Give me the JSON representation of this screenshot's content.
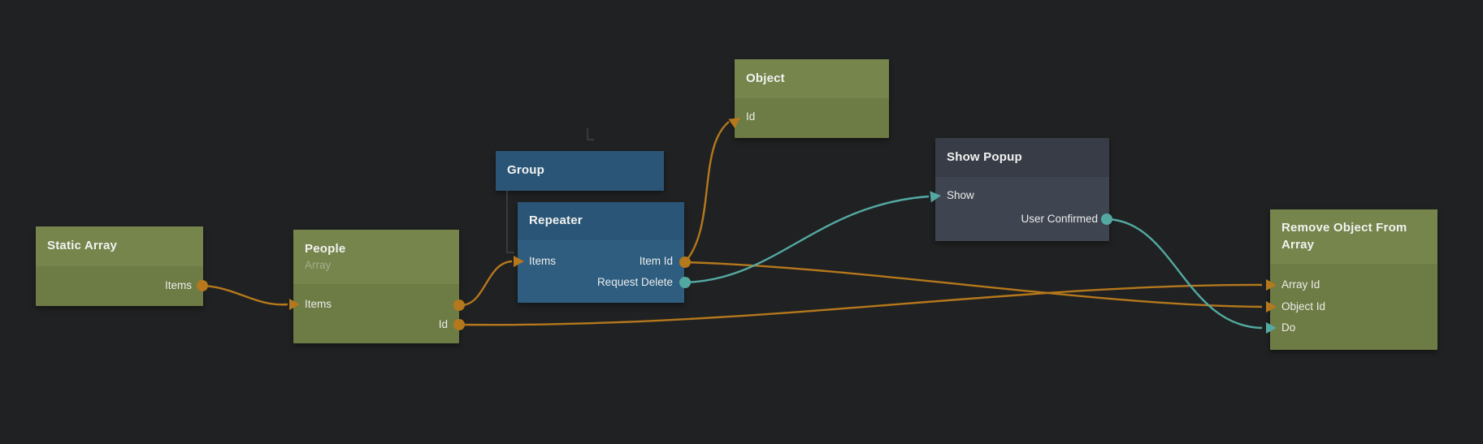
{
  "app": {
    "kind": "node-graph-editor",
    "background": "#202122"
  },
  "colors": {
    "wire_orange": "#b5781c",
    "wire_teal": "#53a9a2",
    "green_node_header": "#75854c",
    "green_node_body": "#6d7b44",
    "blue_node_header": "#2a5577",
    "blue_node_body": "#2e5d80",
    "dark_node_header": "#383c47",
    "dark_node_body": "#3e4450"
  },
  "nodes": {
    "static_array": {
      "title": "Static Array",
      "ports": {
        "items_out": "Items"
      }
    },
    "people": {
      "title": "People",
      "subtitle": "Array",
      "ports": {
        "items": "Items",
        "id_out": "Id"
      }
    },
    "group": {
      "title": "Group"
    },
    "repeater": {
      "title": "Repeater",
      "ports": {
        "items_in": "Items",
        "item_id_out": "Item Id",
        "request_delete_out": "Request Delete"
      }
    },
    "object": {
      "title": "Object",
      "ports": {
        "id_in": "Id"
      }
    },
    "show_popup": {
      "title": "Show Popup",
      "ports": {
        "show_in": "Show",
        "user_confirmed_out": "User Confirmed"
      }
    },
    "remove_object": {
      "title": "Remove Object From Array",
      "ports": {
        "array_id_in": "Array Id",
        "object_id_in": "Object Id",
        "do_in": "Do"
      }
    }
  },
  "connections": [
    {
      "from": "Static Array.Items",
      "to": "People.Items",
      "color": "orange"
    },
    {
      "from": "People.Items",
      "to": "Repeater.Items",
      "color": "orange"
    },
    {
      "from": "People.Id",
      "to": "Remove Object From Array.Array Id",
      "color": "orange"
    },
    {
      "from": "Repeater.Item Id",
      "to": "Object.Id",
      "color": "orange"
    },
    {
      "from": "Repeater.Item Id",
      "to": "Remove Object From Array.Object Id",
      "color": "orange"
    },
    {
      "from": "Repeater.Request Delete",
      "to": "Show Popup.Show",
      "color": "teal"
    },
    {
      "from": "Show Popup.User Confirmed",
      "to": "Remove Object From Array.Do",
      "color": "teal"
    }
  ],
  "hierarchy": [
    {
      "parent": "Group",
      "child": "Repeater"
    }
  ]
}
